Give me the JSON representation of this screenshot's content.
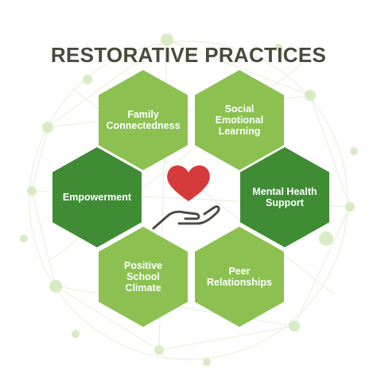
{
  "title": "RESTORATIVE PRACTICES",
  "colors": {
    "light_green": "#8cc152",
    "dark_green": "#3f8c35",
    "heart_red": "#d63b3b",
    "title_text": "#4a4a3c"
  },
  "center_icon": {
    "name": "heart-in-hand-icon"
  },
  "hexagons": [
    {
      "label": "Family\nConnectedness",
      "shade": "light"
    },
    {
      "label": "Social\nEmotional\nLearning",
      "shade": "light"
    },
    {
      "label": "Empowerment",
      "shade": "dark"
    },
    {
      "label": "Mental Health\nSupport",
      "shade": "dark"
    },
    {
      "label": "Positive\nSchool\nClimate",
      "shade": "light"
    },
    {
      "label": "Peer\nRelationships",
      "shade": "light"
    }
  ]
}
